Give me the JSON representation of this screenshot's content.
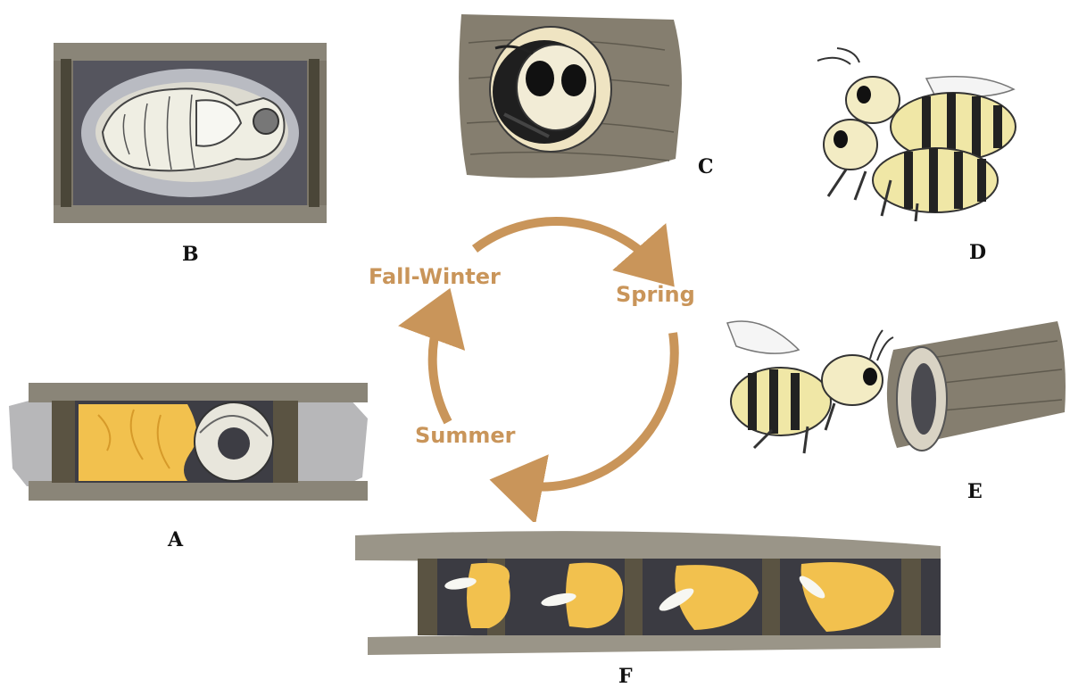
{
  "colors": {
    "accent": "#c9955a",
    "wood": "#7a7566",
    "nest_dark": "#3a3a40",
    "pollen": "#f2c14e",
    "pupa": "#ecebe0",
    "bee_yellow": "#f0e7a6",
    "bee_black": "#1e1e1e"
  },
  "cycle": {
    "seasons": [
      "Fall-Winter",
      "Spring",
      "Summer"
    ]
  },
  "panels": [
    {
      "letter": "A",
      "icon": "larva-in-nest-cell-icon"
    },
    {
      "letter": "B",
      "icon": "pupa-in-cocoon-icon"
    },
    {
      "letter": "C",
      "icon": "adult-bee-emerging-from-wood-icon"
    },
    {
      "letter": "D",
      "icon": "mating-bees-icon"
    },
    {
      "letter": "E",
      "icon": "bee-flying-to-nest-tube-icon"
    },
    {
      "letter": "F",
      "icon": "nest-tube-with-egg-cells-icon"
    }
  ]
}
